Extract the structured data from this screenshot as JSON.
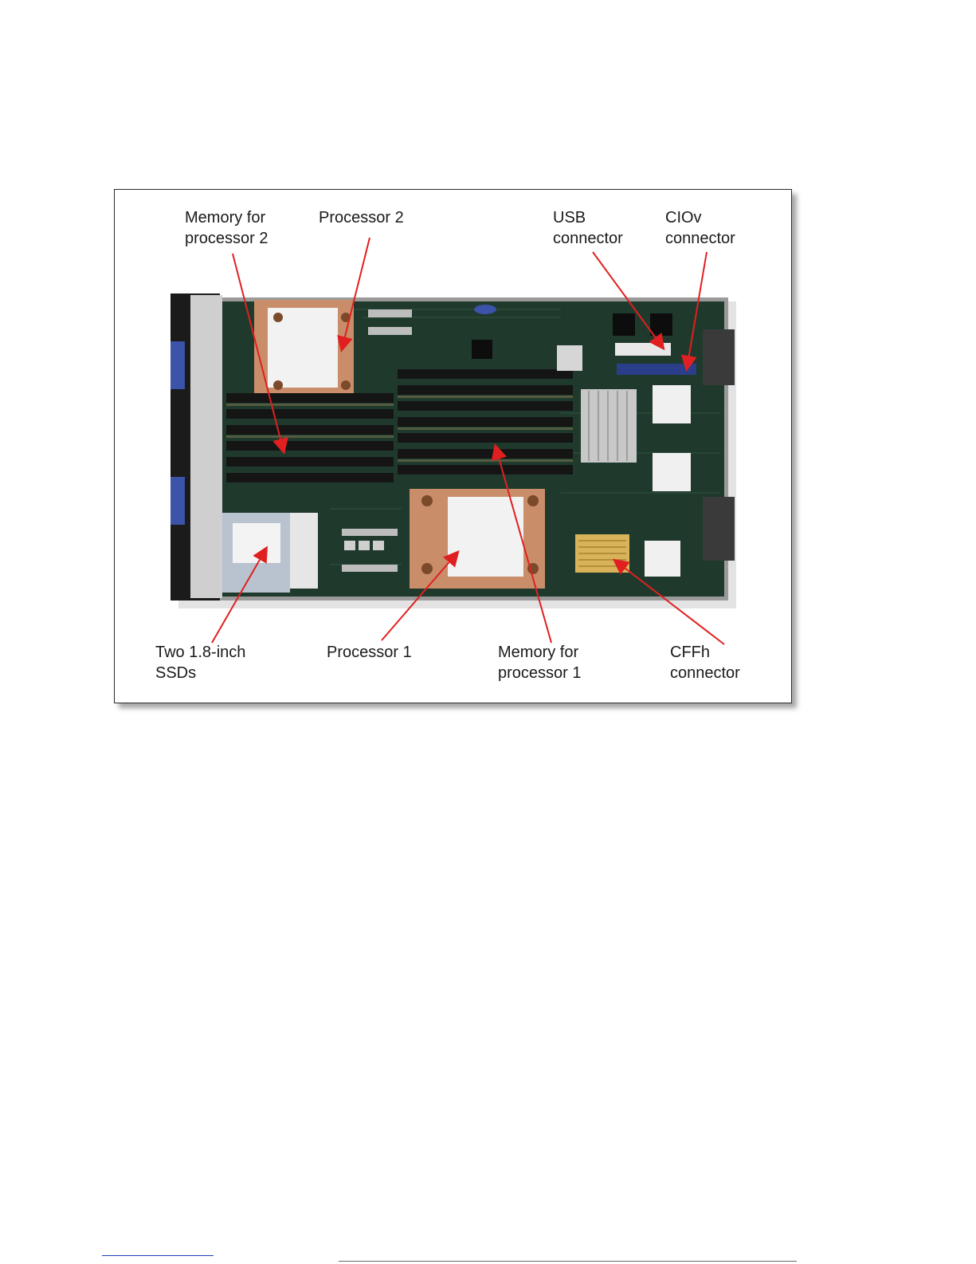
{
  "callouts": {
    "memory_p2": "Memory for\nprocessor 2",
    "processor2": "Processor 2",
    "usb": "USB\nconnector",
    "ciov": "CIOv\nconnector",
    "ssds": "Two 1.8-inch\nSSDs",
    "processor1": "Processor 1",
    "memory_p1": "Memory for\nprocessor 1",
    "cffh": "CFFh\nconnector"
  },
  "colors": {
    "pcb": "#1f3a2c",
    "arrow": "#e02020",
    "copper": "#c98d6a",
    "dimm": "#151515",
    "connector": "#2a3e8a"
  }
}
